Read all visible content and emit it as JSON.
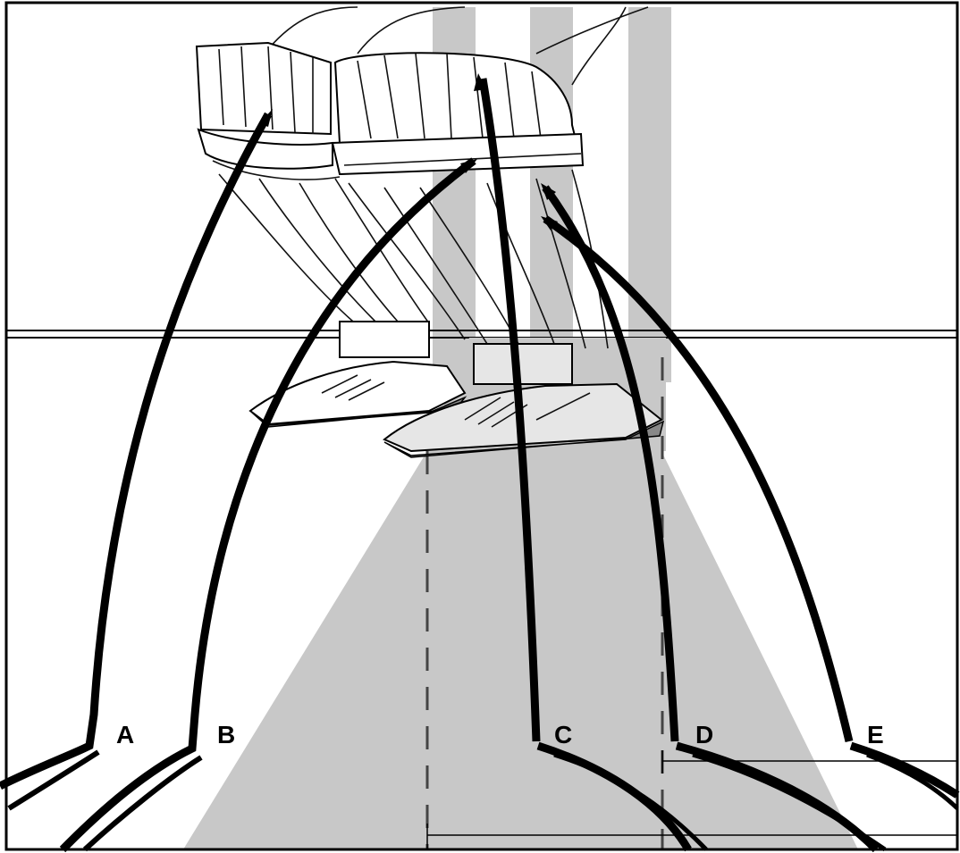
{
  "labels": {
    "a": "A",
    "b": "B",
    "c": "C",
    "d": "D",
    "e": "E"
  },
  "colors": {
    "shade": "#c8c8c8",
    "ink": "#000000",
    "background": "#ffffff"
  }
}
